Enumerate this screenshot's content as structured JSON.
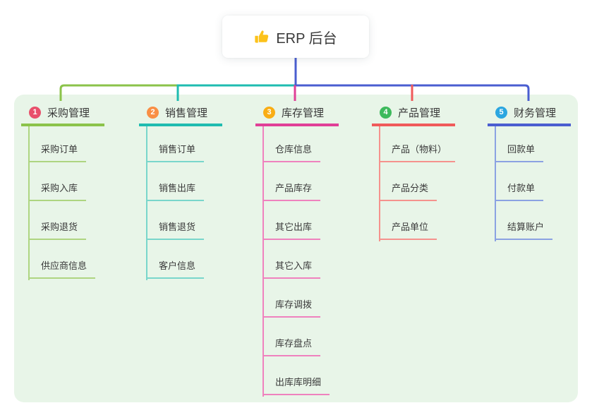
{
  "root": {
    "label": "ERP 后台",
    "icon": "thumbs-up-icon"
  },
  "colors": {
    "canvas_bg": "#ffffff",
    "panel_bg": "#e8f5e8",
    "root_line": "#4a5ed0",
    "text_dark": "#383838",
    "thumb_yellow": "#fcc21b"
  },
  "branches": [
    {
      "number": "1",
      "title": "采购管理",
      "badge_color": "#e8506b",
      "line_color": "#8bc34a",
      "child_line_color": "#aed581",
      "children": [
        "采购订单",
        "采购入库",
        "采购退货",
        "供应商信息"
      ]
    },
    {
      "number": "2",
      "title": "销售管理",
      "badge_color": "#f98f45",
      "line_color": "#1fbcb0",
      "child_line_color": "#79d6cb",
      "children": [
        "销售订单",
        "销售出库",
        "销售退货",
        "客户信息"
      ]
    },
    {
      "number": "3",
      "title": "库存管理",
      "badge_color": "#f9ad14",
      "line_color": "#e03f97",
      "child_line_color": "#ef82be",
      "children": [
        "仓库信息",
        "产品库存",
        "其它出库",
        "其它入库",
        "库存调拨",
        "库存盘点",
        "出库库明细"
      ]
    },
    {
      "number": "4",
      "title": "产品管理",
      "badge_color": "#3dba5c",
      "line_color": "#f05a5a",
      "child_line_color": "#f5928d",
      "children": [
        "产品（物料）",
        "产品分类",
        "产品单位"
      ]
    },
    {
      "number": "5",
      "title": "财务管理",
      "badge_color": "#2ba6e0",
      "line_color": "#4a5ed0",
      "child_line_color": "#8ba2e2",
      "children": [
        "回款单",
        "付款单",
        "结算账户"
      ]
    }
  ]
}
